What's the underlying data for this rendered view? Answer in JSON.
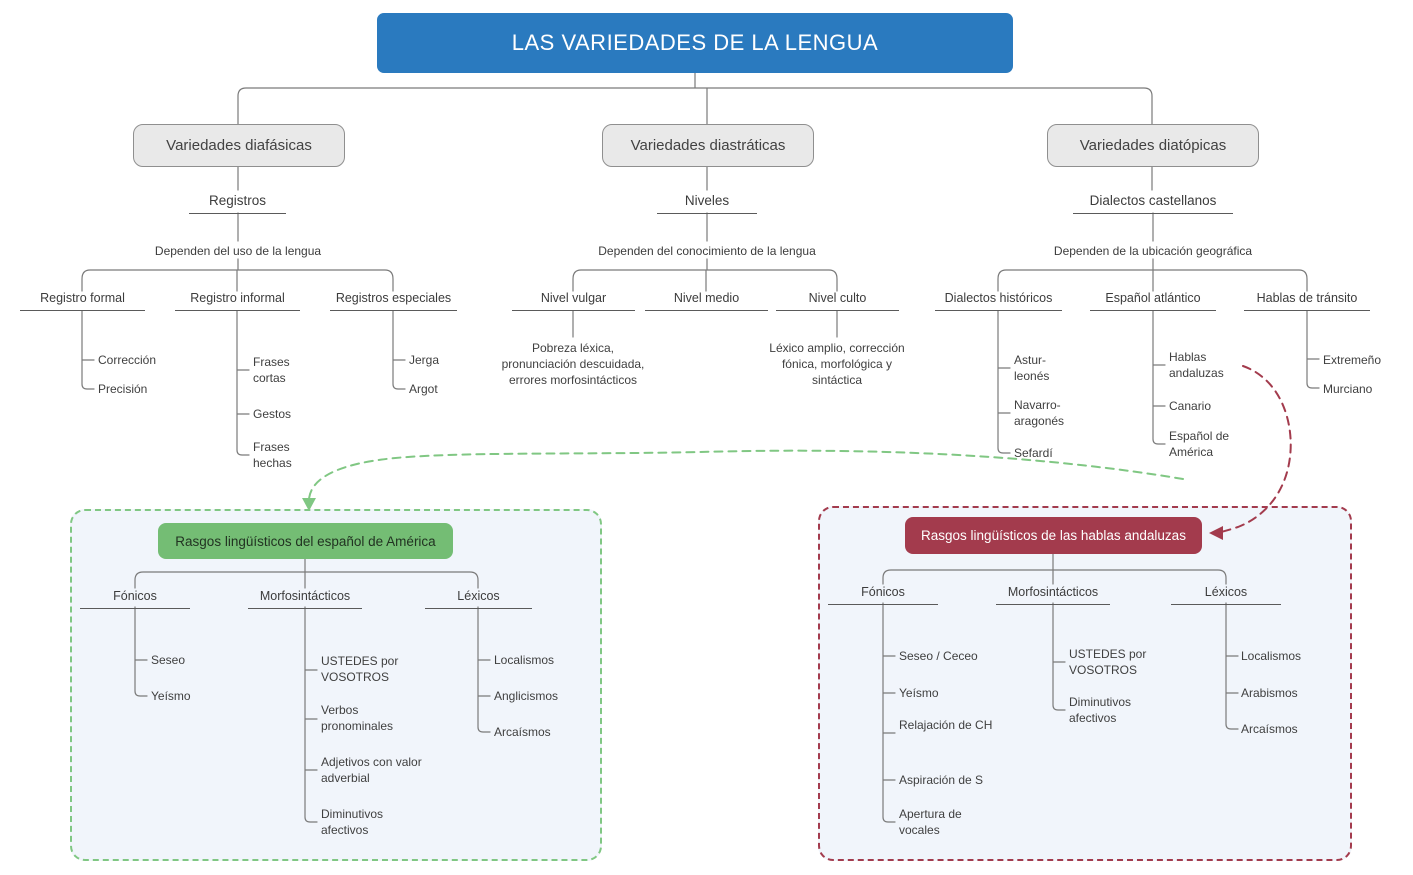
{
  "title": "LAS VARIEDADES DE LA LENGUA",
  "branches": [
    {
      "header": "Variedades diafásicas",
      "category": "Registros",
      "depends": "Dependen del uso de la lengua",
      "children": [
        {
          "label": "Registro formal",
          "items": [
            "Corrección",
            "Precisión"
          ]
        },
        {
          "label": "Registro informal",
          "items": [
            "Frases cortas",
            "Gestos",
            "Frases hechas"
          ]
        },
        {
          "label": "Registros especiales",
          "items": [
            "Jerga",
            "Argot"
          ]
        }
      ]
    },
    {
      "header": "Variedades diastráticas",
      "category": "Niveles",
      "depends": "Dependen del conocimiento de la lengua",
      "children": [
        {
          "label": "Nivel vulgar",
          "note": "Pobreza léxica, pronunciación descuidada, errores morfosintácticos"
        },
        {
          "label": "Nivel medio",
          "note": ""
        },
        {
          "label": "Nivel culto",
          "note": "Léxico amplio, corrección fónica, morfológica y sintáctica"
        }
      ]
    },
    {
      "header": "Variedades diatópicas",
      "category": "Dialectos castellanos",
      "depends": "Dependen de la ubicación geográfica",
      "children": [
        {
          "label": "Dialectos históricos",
          "items": [
            "Astur-leonés",
            "Navarro-aragonés",
            "Sefardí"
          ]
        },
        {
          "label": "Español atlántico",
          "items": [
            "Hablas andaluzas",
            "Canario",
            "Español de América"
          ]
        },
        {
          "label": "Hablas de tránsito",
          "items": [
            "Extremeño",
            "Murciano"
          ]
        }
      ]
    }
  ],
  "detail_boxes": [
    {
      "header": "Rasgos lingüísticos del español de América",
      "accent": "#74bd74",
      "groups": [
        {
          "label": "Fónicos",
          "items": [
            "Seseo",
            "Yeísmo"
          ]
        },
        {
          "label": "Morfosintácticos",
          "items": [
            "USTEDES por VOSOTROS",
            "Verbos pronominales",
            "Adjetivos con valor adverbial",
            "Diminutivos afectivos"
          ]
        },
        {
          "label": "Léxicos",
          "items": [
            "Localismos",
            "Anglicismos",
            "Arcaísmos"
          ]
        }
      ]
    },
    {
      "header": "Rasgos lingüísticos de las hablas andaluzas",
      "accent": "#a33b4d",
      "groups": [
        {
          "label": "Fónicos",
          "items": [
            "Seseo / Ceceo",
            "Yeísmo",
            "Relajación de CH",
            "Aspiración de S",
            "Apertura de vocales"
          ]
        },
        {
          "label": "Morfosintácticos",
          "items": [
            "USTEDES por VOSOTROS",
            "Diminutivos afectivos"
          ]
        },
        {
          "label": "Léxicos",
          "items": [
            "Localismos",
            "Arabismos",
            "Arcaísmos"
          ]
        }
      ]
    }
  ],
  "connections": [
    {
      "from": "Español de América",
      "to": "Rasgos lingüísticos del español de América",
      "style": "green-dashed-arrow"
    },
    {
      "from": "Hablas andaluzas",
      "to": "Rasgos lingüísticos de las hablas andaluzas",
      "style": "red-dashed-arrow"
    }
  ],
  "colors": {
    "title_bg": "#2a7abf",
    "branch_box_bg": "#e9e9e9",
    "green_accent": "#74bd74",
    "green_dash": "#80c783",
    "red_accent": "#a33b4d",
    "container_bg": "#f1f5fb",
    "wire": "#7a7a7a"
  }
}
